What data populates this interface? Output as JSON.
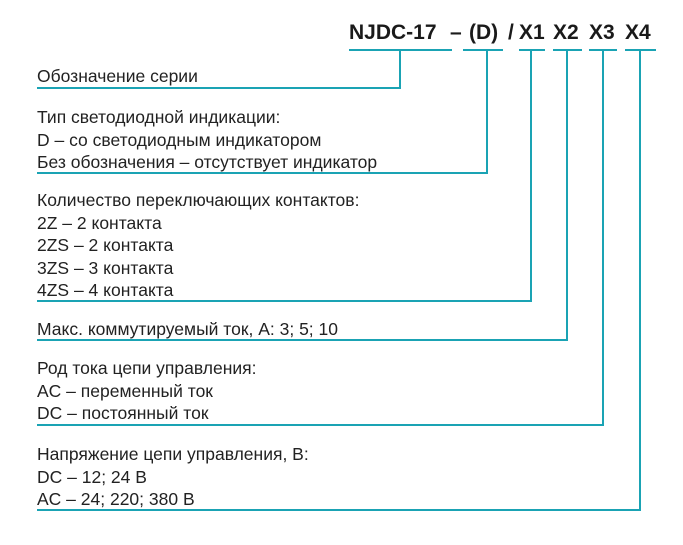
{
  "line_color": "#1aa3b4",
  "code": {
    "prefix": "NJDC-17",
    "dash": "–",
    "d": "(D)",
    "slash": "/",
    "x1": "X1",
    "x2": "X2",
    "x3": "X3",
    "x4": "X4"
  },
  "blocks": [
    {
      "lines": [
        "Обозначение серии"
      ]
    },
    {
      "lines": [
        "Тип светодиодной индикации:",
        "D – со светодиодным индикатором",
        "Без обозначения – отсутствует индикатор"
      ]
    },
    {
      "lines": [
        "Количество переключающих контактов:",
        "2Z – 2 контакта",
        "2ZS – 2 контакта",
        "3ZS – 3 контакта",
        "4ZS – 4 контакта"
      ]
    },
    {
      "lines": [
        "Макс. коммутируемый ток, А: 3; 5; 10"
      ]
    },
    {
      "lines": [
        "Род тока цепи управления:",
        "AC – переменный ток",
        "DC – постоянный ток"
      ]
    },
    {
      "lines": [
        "Напряжение цепи управления, В:",
        "DC – 12; 24 В",
        "AC – 24; 220; 380 В"
      ]
    }
  ]
}
